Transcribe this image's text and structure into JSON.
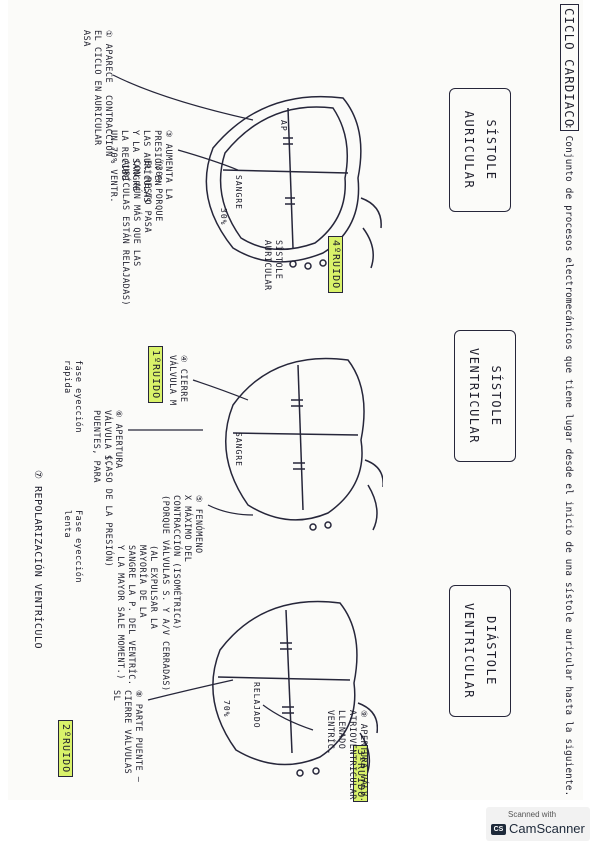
{
  "document": {
    "title": "CICLO CARDIACO",
    "subtitle": ": Conjunto de procesos electromecánicos que tiene lugar desde el inicio de una sístole auricular hasta la siguiente.",
    "sections": [
      {
        "label_lines": [
          "SÍSTOLE",
          "AURICULAR"
        ]
      },
      {
        "label_lines": [
          "SÍSTOLE",
          "VENTRICULAR"
        ]
      },
      {
        "label_lines": [
          "DIÁSTOLE",
          "VENTRICULAR"
        ]
      }
    ],
    "sounds": {
      "s4": "4ºRUIDO",
      "s1": "1ºRUIDO",
      "s2": "2ºRUIDO",
      "s3": "3ºRUIDO"
    },
    "notes": {
      "n1": [
        "① APARECE",
        "EL CICLO EN",
        "ASA"
      ],
      "n2": [
        "CONTRACCIÓN",
        "AURICULAR"
      ],
      "n3": [
        "③ AUMENTA LA",
        "PRESIÓN EN",
        "LAS AURÍCULAS",
        "Y LA SANGRE",
        "LA RECIBE",
        "UN 70% VENTR."
      ],
      "n4": [
        "(30% PORQUE",
        "EL RESTO PASA",
        "CON AÚN MÁS QUE LAS",
        "AURÍCULAS ESTÁN RELAJADAS)"
      ],
      "n5": [
        "SÍSTOLE",
        "AURICULAR"
      ],
      "n6": [
        "④ CIERRE",
        "VÁLVULA M"
      ],
      "n7": [
        "fase eyección",
        "rápida"
      ],
      "n8": [
        "⑥ APERTURA",
        "VÁLVULA S.",
        "PUENTES, PARA"
      ],
      "n9": [
        "(CASO DE LA PRESIÓN)"
      ],
      "n10": [
        "⑤ FENÓMENO",
        "X MÁXIMO DEL",
        "CONTRACCIÓN (ISOMÉTRICA)",
        "(PORQUE VÁLVULAS S. Y A/V CERRADAS)"
      ],
      "n11": [
        "Fase eyección",
        "lenta"
      ],
      "n12": [
        "⑦ REPOLARIZACIÓN VENTRÍCULO"
      ],
      "n13": [
        "(AL EXPULSAR LA",
        "MAYORÍA DE LA",
        "SANGRE LA P. DEL VENTRÍC.",
        "Y LA MAYOR SALE MOMENT.)"
      ],
      "n14": [
        "⑧ PARTE PUENTE —",
        "CIERRE VÁLVULAS",
        "SL"
      ],
      "n15": [
        "⑨ APERTURA VÁLV.",
        "ATRIOVENTRICULAR",
        "LLENADO",
        "VENTRÍC."
      ]
    },
    "heart_labels": {
      "h1": "AP",
      "h2": "SANGRE",
      "h3": "30%",
      "h4": "SANGRE",
      "h5": "RELAJADO",
      "h6": "70%"
    }
  },
  "watermark": {
    "small": "Scanned with",
    "brand": "CamScanner",
    "logo": "CS"
  }
}
